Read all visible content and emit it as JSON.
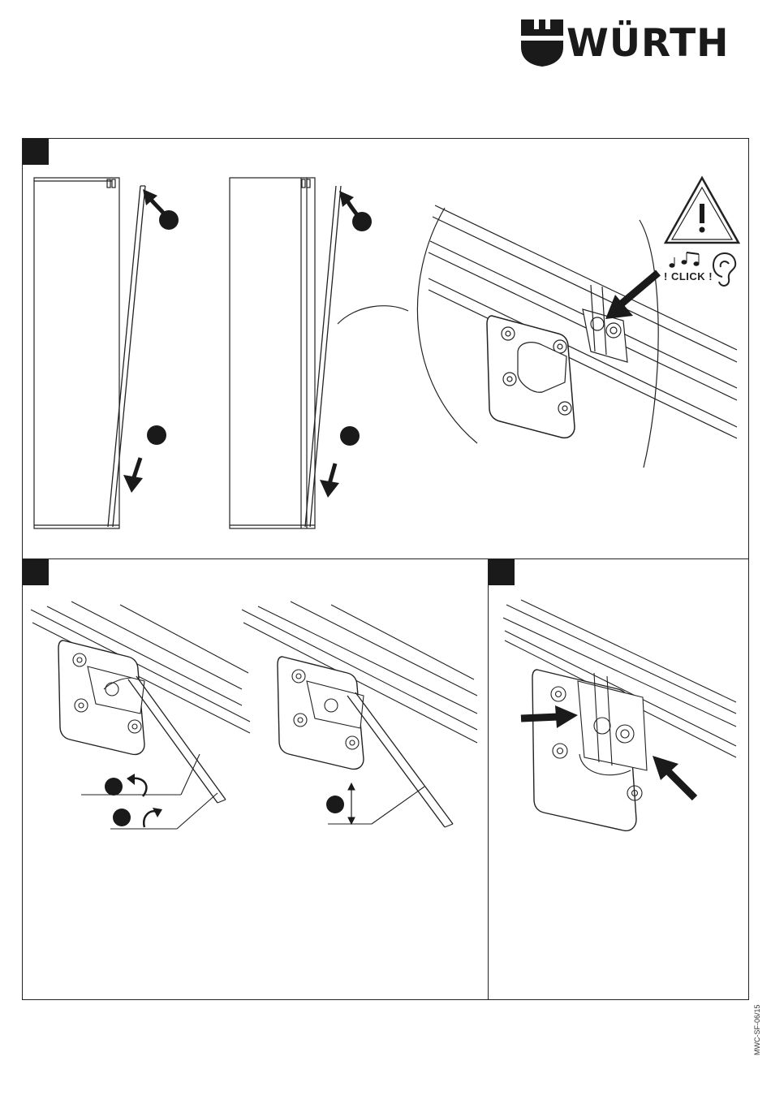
{
  "brand": {
    "name": "WÜRTH",
    "color": "#1a1a1a"
  },
  "panels": [
    {
      "id": "step-1",
      "label": ""
    },
    {
      "id": "step-2",
      "label": ""
    },
    {
      "id": "step-3",
      "label": ""
    }
  ],
  "warning": {
    "icon": "warning-triangle-icon",
    "sound_text": "! CLICK !"
  },
  "document_code": "MWC-SF-06/15"
}
